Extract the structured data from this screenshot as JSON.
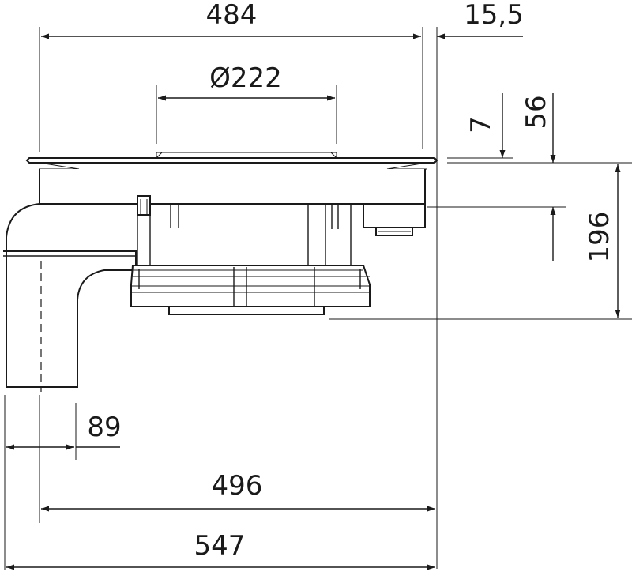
{
  "dimensions": {
    "top_width": "484",
    "rim_offset": "15,5",
    "diameter": "Ø222",
    "depth_7": "7",
    "depth_56": "56",
    "height_196": "196",
    "outlet_89": "89",
    "width_496": "496",
    "width_547": "547"
  },
  "colors": {
    "line": "#1a1a1a",
    "background": "#ffffff"
  }
}
